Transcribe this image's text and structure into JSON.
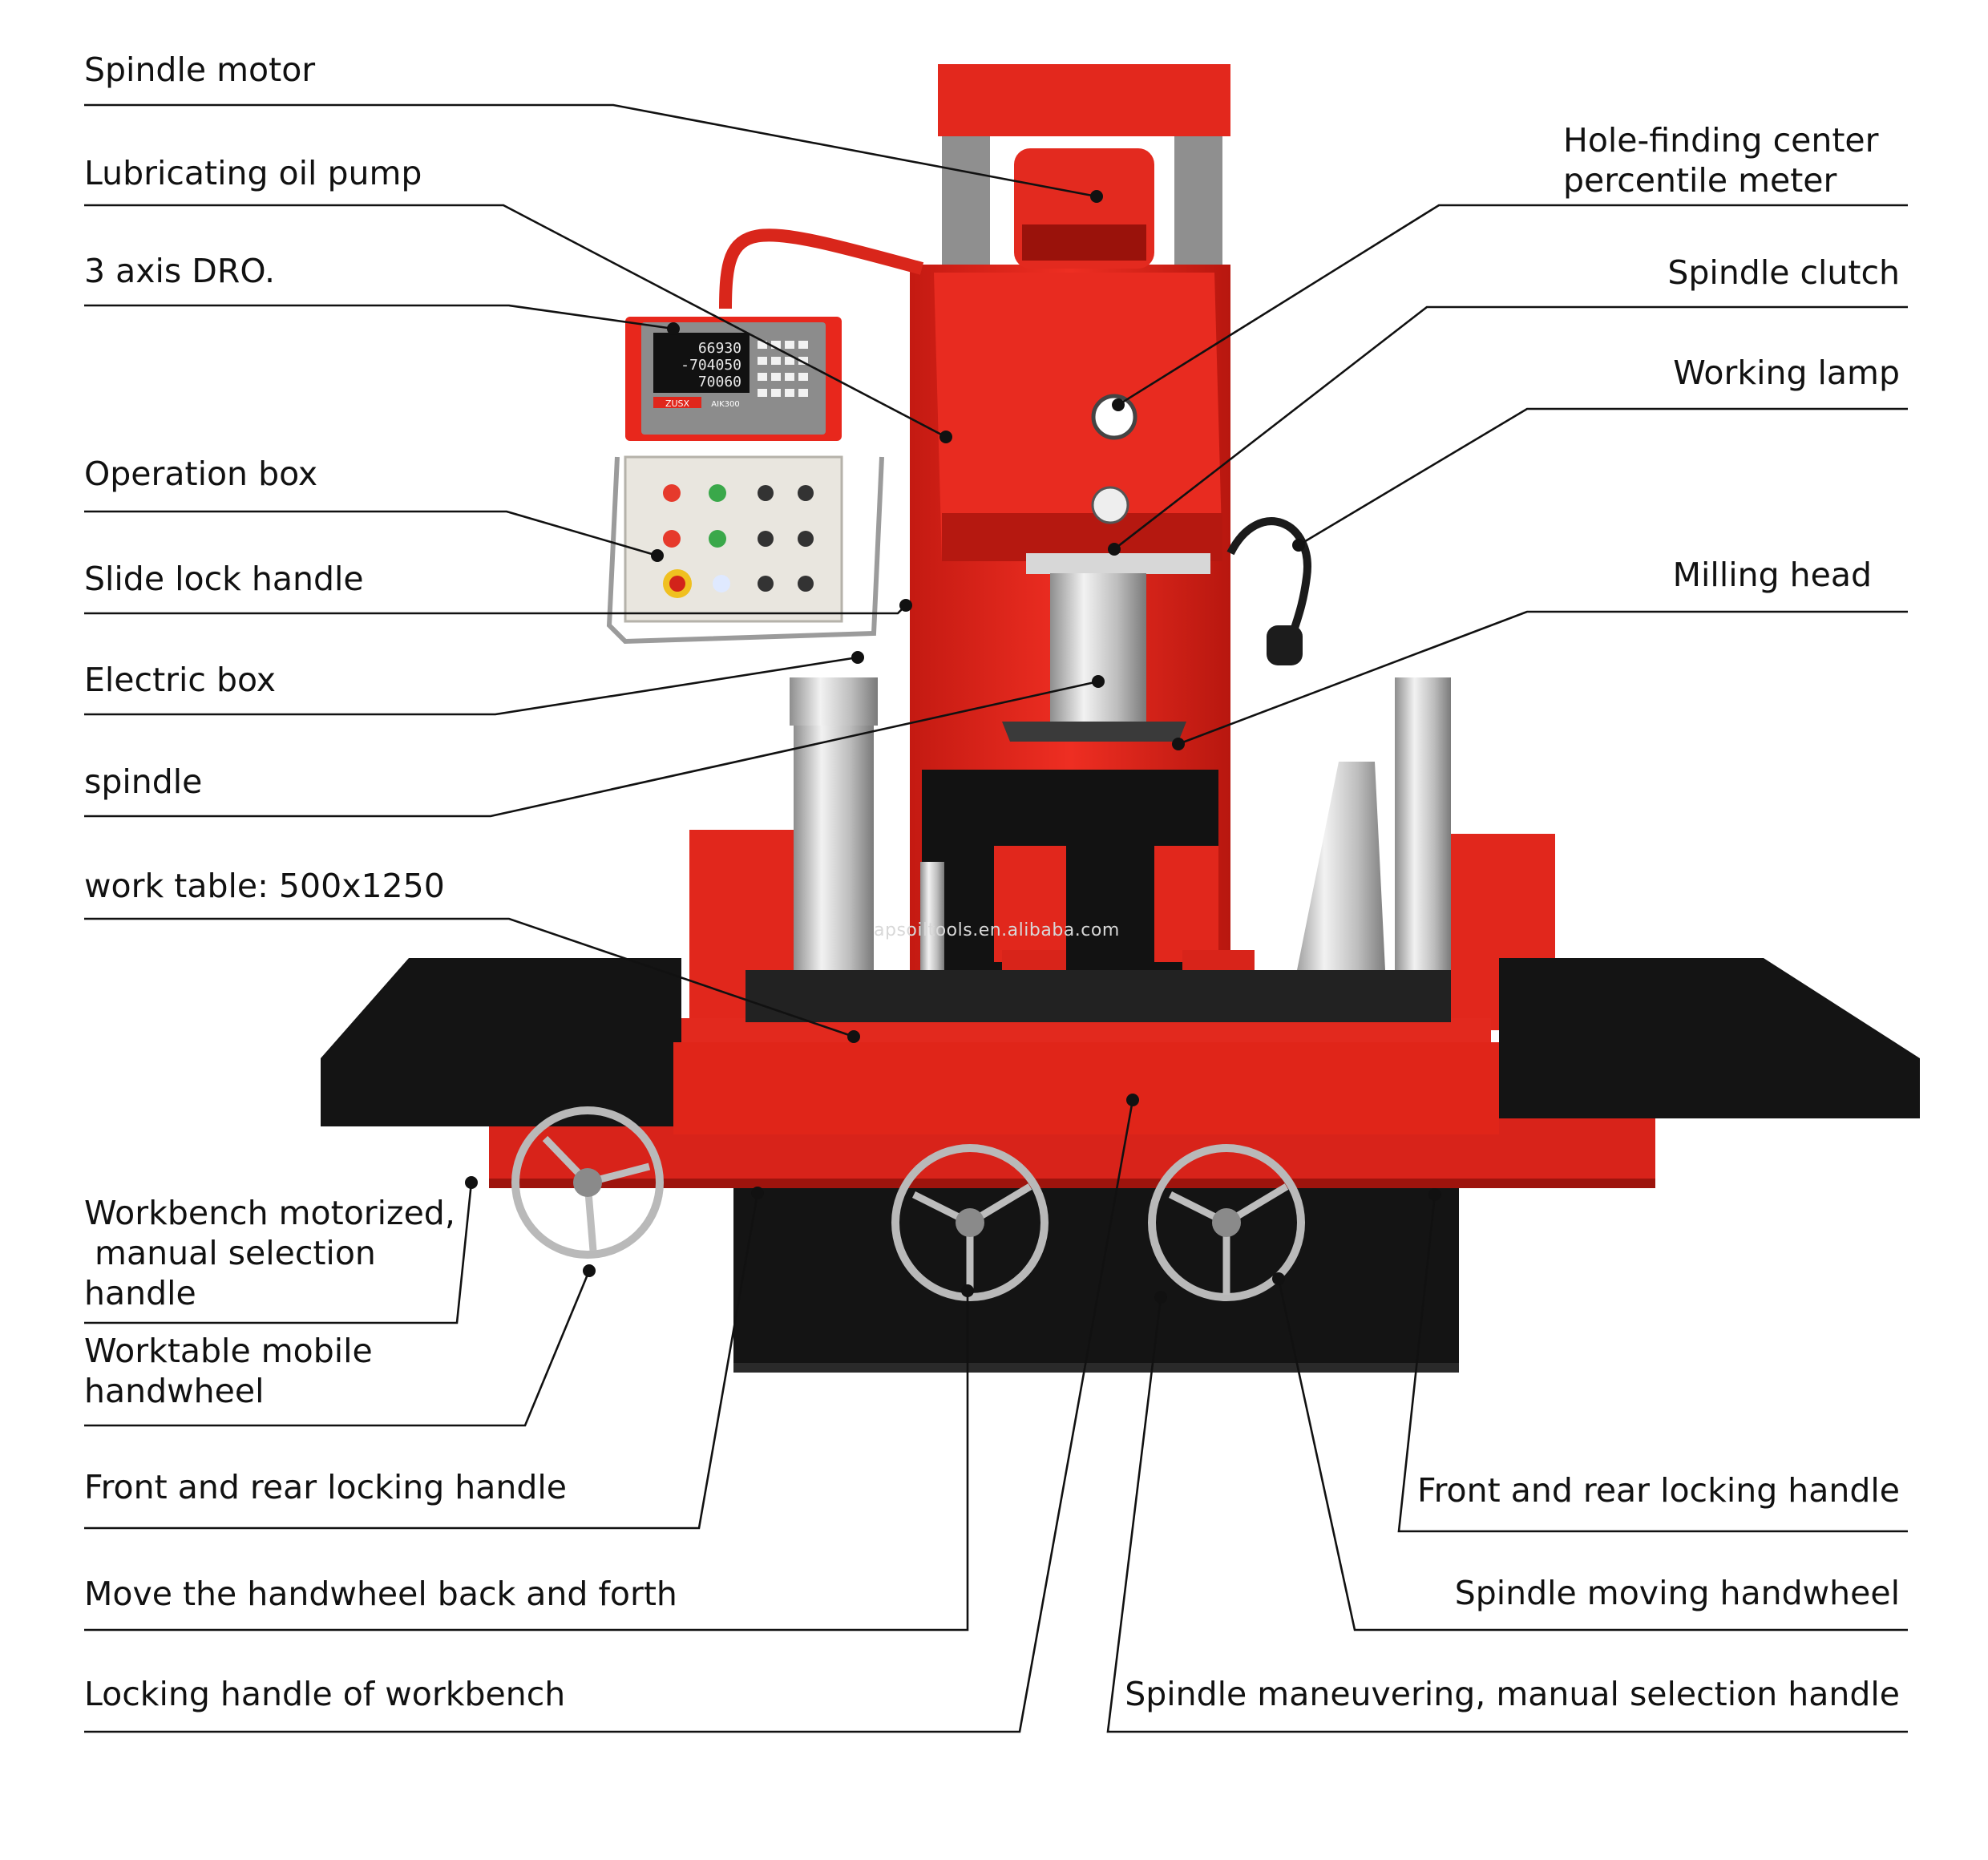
{
  "watermark": "apsoiltools.en.alibaba.com",
  "dro": {
    "readout_lines": [
      "66930",
      "-704050",
      "70060"
    ],
    "brand": "ZUSX",
    "model": "AIK300"
  },
  "labels": {
    "spindle_motor": "Spindle motor",
    "lubricating_oil_pump": "Lubricating oil pump",
    "three_axis_dro": "3 axis DRO.",
    "operation_box": "Operation box",
    "slide_lock_handle": "Slide lock handle",
    "electric_box": "Electric box",
    "spindle": "spindle",
    "work_table": "work table: 500x1250",
    "workbench_motorized": "Workbench motorized,\n manual selection\nhandle",
    "worktable_mobile_handwheel": "Worktable mobile\nhandwheel",
    "front_rear_locking_left": "Front and rear locking handle",
    "move_handwheel": "Move the handwheel back and forth",
    "locking_handle_workbench": "Locking handle of workbench",
    "hole_finding": "Hole-finding center\npercentile meter",
    "spindle_clutch": "Spindle clutch",
    "working_lamp": "Working lamp",
    "milling_head": "Milling head",
    "front_rear_locking_right": "Front and rear locking handle",
    "spindle_moving_handwheel": "Spindle moving handwheel",
    "spindle_maneuvering": "Spindle maneuvering, manual selection handle"
  },
  "colors": {
    "machine_red": "#e1261c",
    "dark_red": "#a8150f",
    "table_black": "#151515",
    "steel": "#c9c9c9",
    "leader": "#111111"
  }
}
